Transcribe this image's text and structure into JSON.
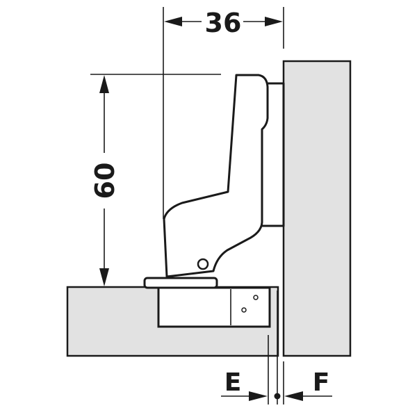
{
  "dimensions": {
    "width_label": "36",
    "height_label": "60",
    "left_gap_label": "E",
    "right_gap_label": "F"
  },
  "colors": {
    "line": "#1a1a1a",
    "panel_fill": "#e2e2e2",
    "background": "#ffffff"
  }
}
